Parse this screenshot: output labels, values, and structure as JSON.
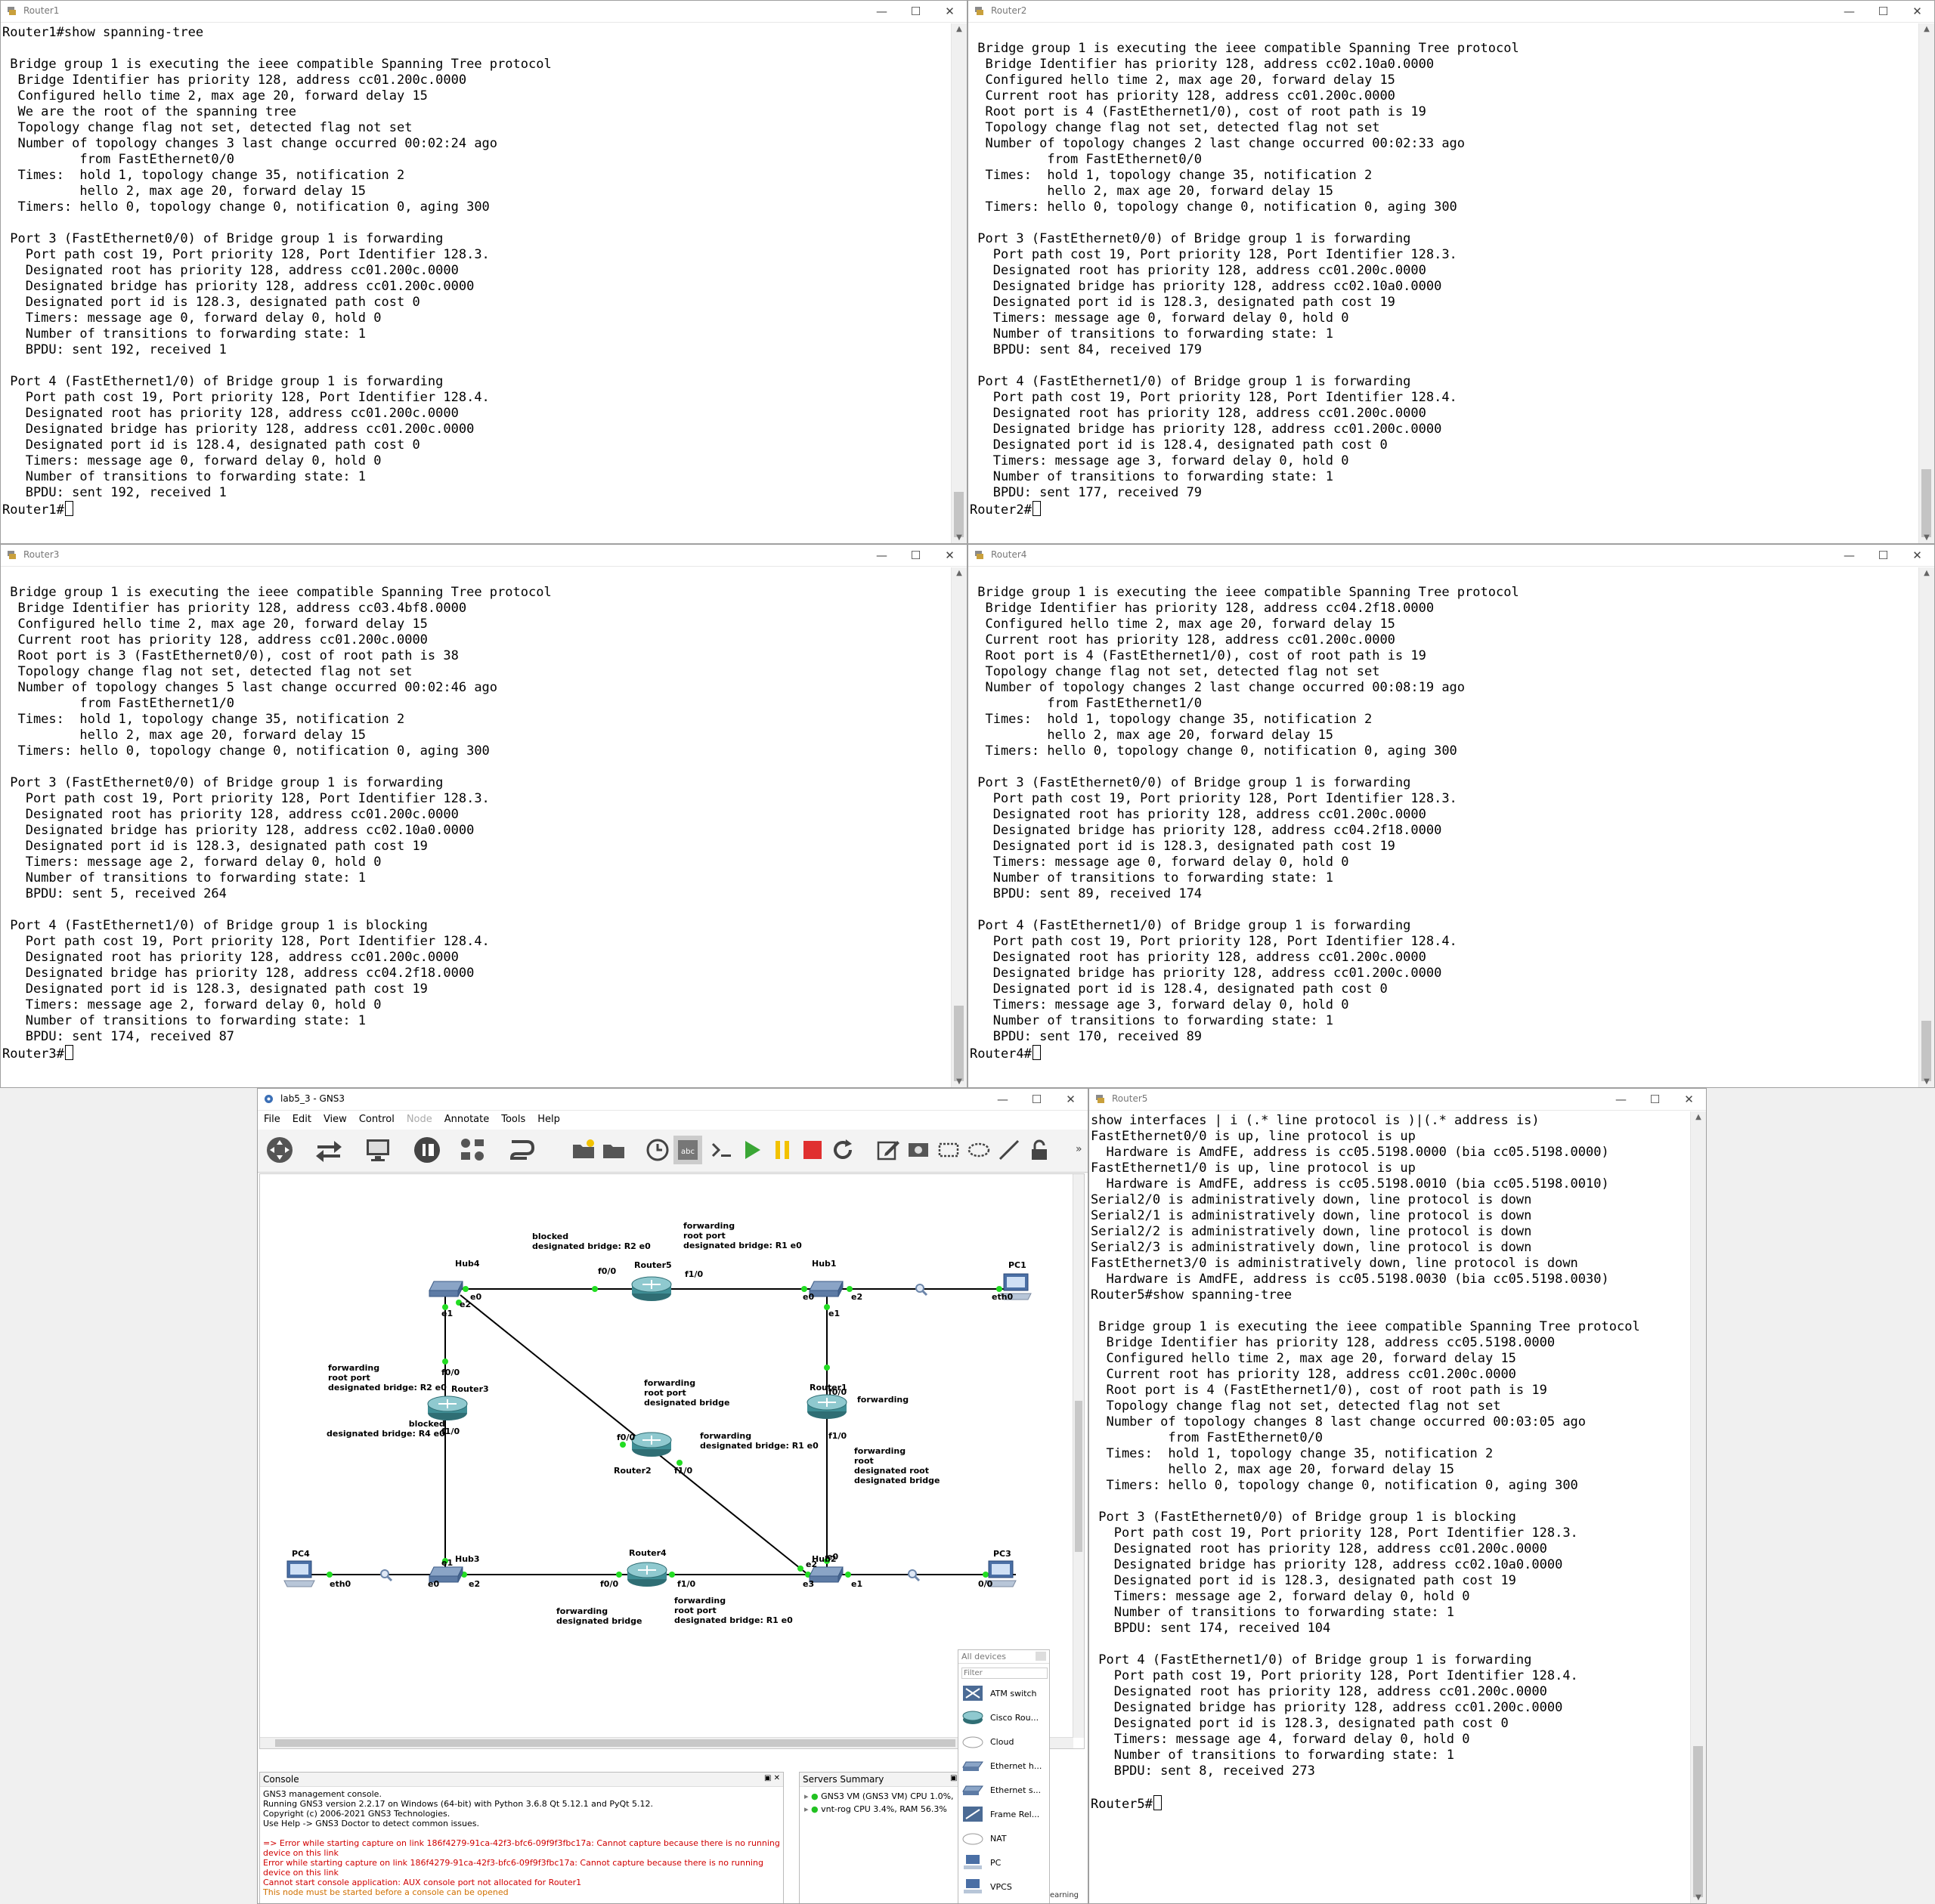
{
  "router1": {
    "title": "Router1",
    "text": "Router1#show spanning-tree\n\n Bridge group 1 is executing the ieee compatible Spanning Tree protocol\n  Bridge Identifier has priority 128, address cc01.200c.0000\n  Configured hello time 2, max age 20, forward delay 15\n  We are the root of the spanning tree\n  Topology change flag not set, detected flag not set\n  Number of topology changes 3 last change occurred 00:02:24 ago\n          from FastEthernet0/0\n  Times:  hold 1, topology change 35, notification 2\n          hello 2, max age 20, forward delay 15\n  Timers: hello 0, topology change 0, notification 0, aging 300\n\n Port 3 (FastEthernet0/0) of Bridge group 1 is forwarding\n   Port path cost 19, Port priority 128, Port Identifier 128.3.\n   Designated root has priority 128, address cc01.200c.0000\n   Designated bridge has priority 128, address cc01.200c.0000\n   Designated port id is 128.3, designated path cost 0\n   Timers: message age 0, forward delay 0, hold 0\n   Number of transitions to forwarding state: 1\n   BPDU: sent 192, received 1\n\n Port 4 (FastEthernet1/0) of Bridge group 1 is forwarding\n   Port path cost 19, Port priority 128, Port Identifier 128.4.\n   Designated root has priority 128, address cc01.200c.0000\n   Designated bridge has priority 128, address cc01.200c.0000\n   Designated port id is 128.4, designated path cost 0\n   Timers: message age 0, forward delay 0, hold 0\n   Number of transitions to forwarding state: 1\n   BPDU: sent 192, received 1\n",
    "prompt": "Router1#"
  },
  "router2": {
    "title": "Router2",
    "text": "\n Bridge group 1 is executing the ieee compatible Spanning Tree protocol\n  Bridge Identifier has priority 128, address cc02.10a0.0000\n  Configured hello time 2, max age 20, forward delay 15\n  Current root has priority 128, address cc01.200c.0000\n  Root port is 4 (FastEthernet1/0), cost of root path is 19\n  Topology change flag not set, detected flag not set\n  Number of topology changes 2 last change occurred 00:02:33 ago\n          from FastEthernet0/0\n  Times:  hold 1, topology change 35, notification 2\n          hello 2, max age 20, forward delay 15\n  Timers: hello 0, topology change 0, notification 0, aging 300\n\n Port 3 (FastEthernet0/0) of Bridge group 1 is forwarding\n   Port path cost 19, Port priority 128, Port Identifier 128.3.\n   Designated root has priority 128, address cc01.200c.0000\n   Designated bridge has priority 128, address cc02.10a0.0000\n   Designated port id is 128.3, designated path cost 19\n   Timers: message age 0, forward delay 0, hold 0\n   Number of transitions to forwarding state: 1\n   BPDU: sent 84, received 179\n\n Port 4 (FastEthernet1/0) of Bridge group 1 is forwarding\n   Port path cost 19, Port priority 128, Port Identifier 128.4.\n   Designated root has priority 128, address cc01.200c.0000\n   Designated bridge has priority 128, address cc01.200c.0000\n   Designated port id is 128.4, designated path cost 0\n   Timers: message age 3, forward delay 0, hold 0\n   Number of transitions to forwarding state: 1\n   BPDU: sent 177, received 79\n",
    "prompt": "Router2#"
  },
  "router3": {
    "title": "Router3",
    "text": "\n Bridge group 1 is executing the ieee compatible Spanning Tree protocol\n  Bridge Identifier has priority 128, address cc03.4bf8.0000\n  Configured hello time 2, max age 20, forward delay 15\n  Current root has priority 128, address cc01.200c.0000\n  Root port is 3 (FastEthernet0/0), cost of root path is 38\n  Topology change flag not set, detected flag not set\n  Number of topology changes 5 last change occurred 00:02:46 ago\n          from FastEthernet1/0\n  Times:  hold 1, topology change 35, notification 2\n          hello 2, max age 20, forward delay 15\n  Timers: hello 0, topology change 0, notification 0, aging 300\n\n Port 3 (FastEthernet0/0) of Bridge group 1 is forwarding\n   Port path cost 19, Port priority 128, Port Identifier 128.3.\n   Designated root has priority 128, address cc01.200c.0000\n   Designated bridge has priority 128, address cc02.10a0.0000\n   Designated port id is 128.3, designated path cost 19\n   Timers: message age 2, forward delay 0, hold 0\n   Number of transitions to forwarding state: 1\n   BPDU: sent 5, received 264\n\n Port 4 (FastEthernet1/0) of Bridge group 1 is blocking\n   Port path cost 19, Port priority 128, Port Identifier 128.4.\n   Designated root has priority 128, address cc01.200c.0000\n   Designated bridge has priority 128, address cc04.2f18.0000\n   Designated port id is 128.3, designated path cost 19\n   Timers: message age 2, forward delay 0, hold 0\n   Number of transitions to forwarding state: 1\n   BPDU: sent 174, received 87\n",
    "prompt": "Router3#"
  },
  "router4": {
    "title": "Router4",
    "text": "\n Bridge group 1 is executing the ieee compatible Spanning Tree protocol\n  Bridge Identifier has priority 128, address cc04.2f18.0000\n  Configured hello time 2, max age 20, forward delay 15\n  Current root has priority 128, address cc01.200c.0000\n  Root port is 4 (FastEthernet1/0), cost of root path is 19\n  Topology change flag not set, detected flag not set\n  Number of topology changes 2 last change occurred 00:08:19 ago\n          from FastEthernet1/0\n  Times:  hold 1, topology change 35, notification 2\n          hello 2, max age 20, forward delay 15\n  Timers: hello 0, topology change 0, notification 0, aging 300\n\n Port 3 (FastEthernet0/0) of Bridge group 1 is forwarding\n   Port path cost 19, Port priority 128, Port Identifier 128.3.\n   Designated root has priority 128, address cc01.200c.0000\n   Designated bridge has priority 128, address cc04.2f18.0000\n   Designated port id is 128.3, designated path cost 19\n   Timers: message age 0, forward delay 0, hold 0\n   Number of transitions to forwarding state: 1\n   BPDU: sent 89, received 174\n\n Port 4 (FastEthernet1/0) of Bridge group 1 is forwarding\n   Port path cost 19, Port priority 128, Port Identifier 128.4.\n   Designated root has priority 128, address cc01.200c.0000\n   Designated bridge has priority 128, address cc01.200c.0000\n   Designated port id is 128.4, designated path cost 0\n   Timers: message age 3, forward delay 0, hold 0\n   Number of transitions to forwarding state: 1\n   BPDU: sent 170, received 89\n",
    "prompt": "Router4#"
  },
  "router5": {
    "title": "Router5",
    "text": "show interfaces | i (.* line protocol is )|(.* address is)\nFastEthernet0/0 is up, line protocol is up\n  Hardware is AmdFE, address is cc05.5198.0000 (bia cc05.5198.0000)\nFastEthernet1/0 is up, line protocol is up\n  Hardware is AmdFE, address is cc05.5198.0010 (bia cc05.5198.0010)\nSerial2/0 is administratively down, line protocol is down\nSerial2/1 is administratively down, line protocol is down\nSerial2/2 is administratively down, line protocol is down\nSerial2/3 is administratively down, line protocol is down\nFastEthernet3/0 is administratively down, line protocol is down\n  Hardware is AmdFE, address is cc05.5198.0030 (bia cc05.5198.0030)\nRouter5#show spanning-tree\n\n Bridge group 1 is executing the ieee compatible Spanning Tree protocol\n  Bridge Identifier has priority 128, address cc05.5198.0000\n  Configured hello time 2, max age 20, forward delay 15\n  Current root has priority 128, address cc01.200c.0000\n  Root port is 4 (FastEthernet1/0), cost of root path is 19\n  Topology change flag not set, detected flag not set\n  Number of topology changes 8 last change occurred 00:03:05 ago\n          from FastEthernet0/0\n  Times:  hold 1, topology change 35, notification 2\n          hello 2, max age 20, forward delay 15\n  Timers: hello 0, topology change 0, notification 0, aging 300\n\n Port 3 (FastEthernet0/0) of Bridge group 1 is blocking\n   Port path cost 19, Port priority 128, Port Identifier 128.3.\n   Designated root has priority 128, address cc01.200c.0000\n   Designated bridge has priority 128, address cc02.10a0.0000\n   Designated port id is 128.3, designated path cost 19\n   Timers: message age 2, forward delay 0, hold 0\n   Number of transitions to forwarding state: 1\n   BPDU: sent 174, received 104\n\n Port 4 (FastEthernet1/0) of Bridge group 1 is forwarding\n   Port path cost 19, Port priority 128, Port Identifier 128.4.\n   Designated root has priority 128, address cc01.200c.0000\n   Designated bridge has priority 128, address cc01.200c.0000\n   Designated port id is 128.3, designated path cost 0\n   Timers: message age 4, forward delay 0, hold 0\n   Number of transitions to forwarding state: 1\n   BPDU: sent 8, received 273\n\n",
    "prompt": "Router5#"
  },
  "gns3": {
    "title": "lab5_3 - GNS3",
    "menu": [
      "File",
      "Edit",
      "View",
      "Control",
      "Node",
      "Annotate",
      "Tools",
      "Help"
    ],
    "nodes": {
      "hub4": "Hub4",
      "hub1": "Hub1",
      "hub2": "Hub2",
      "hub3": "Hub3",
      "router2": "Router2",
      "router3": "Router3",
      "router4": "Router4",
      "router5": "Router5",
      "router1": "Router1",
      "pc1": "PC1",
      "pc3": "PC3",
      "pc4": "PC4"
    },
    "annotations": {
      "r5_blocked": "blocked\ndesignated bridge: R2 e0",
      "r5_forwarding": "forwarding\nroot port\ndesignated bridge: R1 e0",
      "r2_forwarding": "forwarding\nroot port\ndesignated bridge",
      "r2_f10": "forwarding\ndesignated bridge: R1 e0",
      "r3_forwarding": "forwarding\nroot port\ndesignated bridge: R2 e0",
      "r3_blocked": "blocked\ndesignated bridge: R4 e0",
      "r1_forwarding": "forwarding",
      "r1_f10": "forwarding\nroot\ndesignated root\ndesignated bridge",
      "r4_f00": "forwarding\ndesignated bridge",
      "r4_f10": "forwarding\nroot port\ndesignated bridge: R1 e0"
    },
    "ifaces": {
      "hub4_e0": "e0",
      "hub4_e1": "e1",
      "hub4_e2": "e2",
      "r5_f00": "f0/0",
      "r5_f10": "f1/0",
      "hub1_e0": "e0",
      "hub1_e1": "e1",
      "hub1_e2": "e2",
      "pc1_eth0": "eth0",
      "r3_f00": "f0/0",
      "r3_f10": "f1/0",
      "r2_f00": "f0/0",
      "r2_f10": "f1/0",
      "r1_f00": "f0/0",
      "r1_f10": "f1/0",
      "hub3_e0": "e0",
      "hub3_e1": "e1",
      "hub3_e2": "e2",
      "pc4_eth0": "eth0",
      "r4_f00": "f0/0",
      "r4_f10": "f1/0",
      "hub2_e0": "e0",
      "hub2_e1": "e1",
      "hub2_e2": "e2",
      "hub2_e3": "e3",
      "pc3_00": "0/0"
    },
    "console": {
      "title": "Console",
      "lines": [
        "GNS3 management console.",
        "Running GNS3 version 2.2.17 on Windows (64-bit) with Python 3.6.8 Qt 5.12.1 and PyQt 5.12.",
        "Copyright (c) 2006-2021 GNS3 Technologies.",
        "Use Help -> GNS3 Doctor to detect common issues."
      ],
      "errors": [
        "=> Error while starting capture on link 186f4279-91ca-42f3-bfc6-09f9f3fbc17a: Cannot capture because there is no running device on this link",
        "Error while starting capture on link 186f4279-91ca-42f3-bfc6-09f9f3fbc17a: Cannot capture because there is no running device on this link",
        "Cannot start console application: AUX console port not allocated for Router1"
      ],
      "warning": "This node must be started before a console can be opened"
    },
    "servers": {
      "title": "Servers Summary",
      "items": [
        "GNS3 VM (GNS3 VM) CPU 1.0%,",
        "vnt-rog CPU 3.4%, RAM 56.3%"
      ]
    },
    "devices": {
      "header": "All devices",
      "filter_placeholder": "Filter",
      "items": [
        "ATM switch",
        "Cisco Rou...",
        "Cloud",
        "Ethernet h...",
        "Ethernet s...",
        "Frame Rel...",
        "NAT",
        "PC",
        "VPCS"
      ],
      "tail": "earning"
    }
  }
}
